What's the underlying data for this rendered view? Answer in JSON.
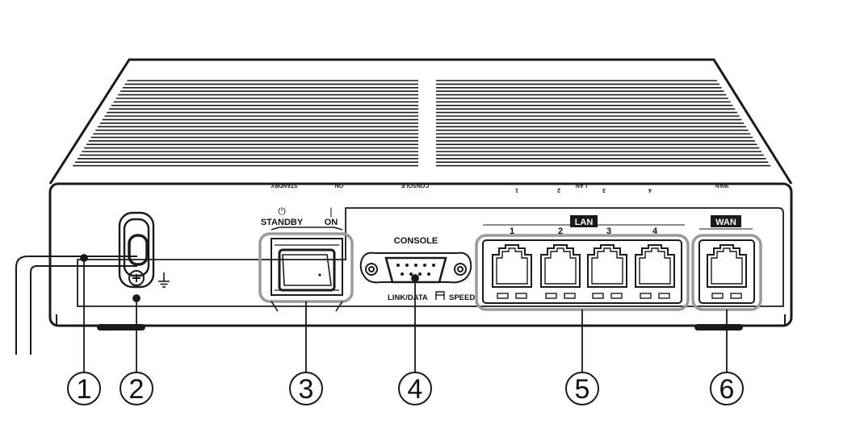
{
  "labels": {
    "standby": "STANDBY",
    "on": "ON",
    "console": "CONSOLE",
    "lan": "LAN",
    "wan": "WAN",
    "link_data": "LINK/DATA",
    "speed": "SPEED",
    "lan_ports": [
      "1",
      "2",
      "3",
      "4"
    ],
    "mirrored_top": {
      "standby": "STANDBY",
      "on": "ON",
      "console": "CONSOLE",
      "lan": "LAN",
      "wan": "WAN",
      "lan_ports": [
        "1",
        "2",
        "3",
        "4"
      ]
    }
  },
  "symbols": {
    "power": "⏻",
    "on_bar": "|",
    "ground": "ground-icon"
  },
  "callouts": [
    "1",
    "2",
    "3",
    "4",
    "5",
    "6"
  ],
  "colors": {
    "stroke": "#1a1a1a",
    "highlight_ring": "#9a9a9a",
    "background": "#ffffff"
  }
}
